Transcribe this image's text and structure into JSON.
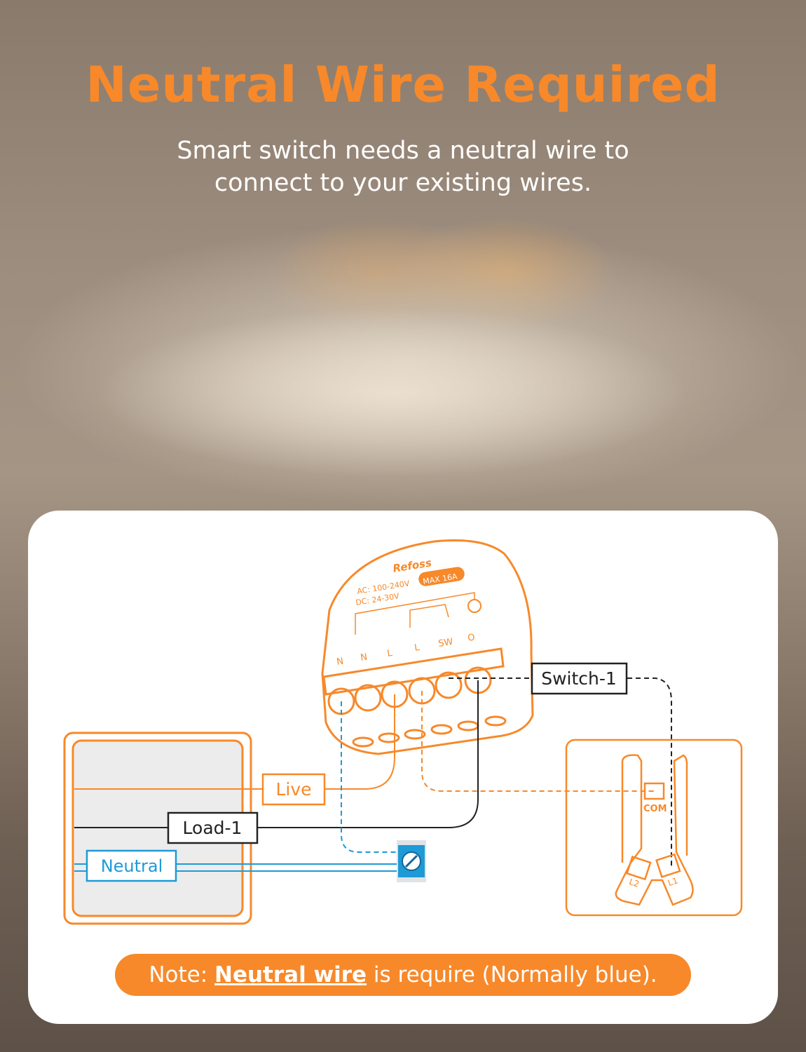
{
  "header": {
    "title": "Neutral Wire Required",
    "subtitle_line1": "Smart switch needs a neutral wire to",
    "subtitle_line2": "connect to your existing wires."
  },
  "device": {
    "brand": "Refoss",
    "ac": "AC: 100-240V",
    "dc": "DC: 24-30V",
    "max": "MAX 16A",
    "terminals": [
      "N",
      "N",
      "L",
      "L",
      "SW",
      "O"
    ]
  },
  "labels": {
    "live": "Live",
    "load": "Load-1",
    "neutral": "Neutral",
    "switch": "Switch-1",
    "com": "COM",
    "l1": "L1",
    "l2": "L2"
  },
  "note": {
    "prefix": "Note: ",
    "emphasis": "Neutral wire",
    "suffix": " is require (Normally blue)."
  },
  "colors": {
    "accent": "#f7892a",
    "neutral_wire": "#1e9ad6",
    "load_wire": "#222222"
  }
}
